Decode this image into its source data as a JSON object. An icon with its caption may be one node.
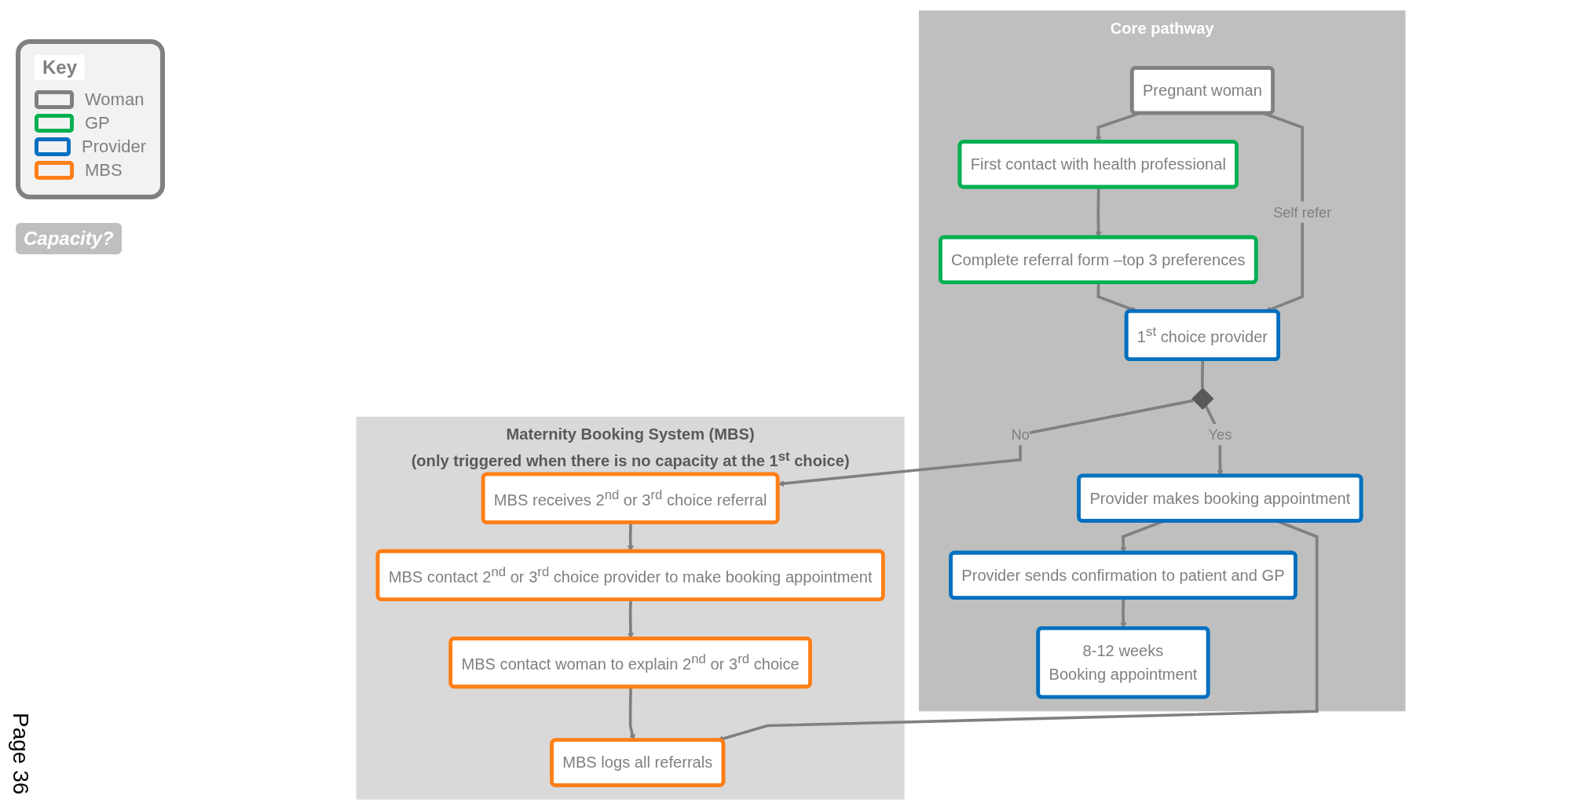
{
  "diagram": {
    "nodes": [
      {
        "text": [
          "Core pathway"
        ]
      },
      {
        "text": [
          "Pregnant woman"
        ],
        "in": 0
      },
      {
        "text": [
          "First contact with health professional"
        ],
        "in": 0
      },
      {
        "text": [
          "Complete referral form –top 3 preferences"
        ],
        "in": 0
      },
      {
        "text": [
          "1$^{st}$ choice provider"
        ],
        "in": 0
      },
      {
        "text": [],
        "shape": "diamond",
        "in": 0
      },
      {
        "text": [
          "Provider makes booking appointment"
        ],
        "in": 0
      },
      {
        "text": [
          "Provider sends confirmation to patient and GP"
        ],
        "in": 0
      },
      {
        "text": [
          "8-12 weeks",
          "Booking appointment"
        ],
        "in": 0
      },
      {
        "text": [
          "Maternity Booking System (MBS)",
          "(only triggered when there is no capacity at the 1$^{st}$ choice)"
        ]
      },
      {
        "text": [
          "MBS receives 2$^{nd}$ or 3$^{rd}$ choice referral"
        ],
        "in": 9
      },
      {
        "text": [
          "MBS contact 2$^{nd}$ or  3$^{rd}$ choice provider to make booking appointment"
        ],
        "in": 9
      },
      {
        "text": [
          "MBS contact woman to explain 2$^{nd}$ or 3$^{rd}$ choice"
        ],
        "in": 9
      },
      {
        "text": [
          "MBS logs all referrals"
        ],
        "in": 9
      }
    ],
    "edges": [
      {
        "from": 1,
        "to": 2,
        "arrow": "to"
      },
      {
        "from": 2,
        "to": 3,
        "arrow": "to"
      },
      {
        "from": 3,
        "to": 4,
        "arrow": "to"
      },
      {
        "from": 1,
        "to": 4,
        "arrow": "to",
        "label": "Self refer"
      },
      {
        "from": 4,
        "to": 5,
        "arrow": "none"
      },
      {
        "from": 5,
        "to": 6,
        "arrow": "to",
        "label": "Yes"
      },
      {
        "from": 5,
        "to": 10,
        "arrow": "to",
        "label": "No"
      },
      {
        "from": 6,
        "to": 7,
        "arrow": "to"
      },
      {
        "from": 7,
        "to": 8,
        "arrow": "to"
      },
      {
        "from": 10,
        "to": 11,
        "arrow": "to"
      },
      {
        "from": 11,
        "to": 12,
        "arrow": "to"
      },
      {
        "from": 12,
        "to": 13,
        "arrow": "to"
      },
      {
        "from": 6,
        "to": 13,
        "arrow": "to"
      }
    ],
    "labels": [
      "Key",
      "Capacity?",
      "Page 36"
    ],
    "legend": [
      {
        "text": "Woman",
        "color": "#808080"
      },
      {
        "text": "GP",
        "color": "#00b050"
      },
      {
        "text": "Provider",
        "color": "#0070c0"
      },
      {
        "text": "MBS",
        "color": "#ff7f17"
      }
    ]
  }
}
